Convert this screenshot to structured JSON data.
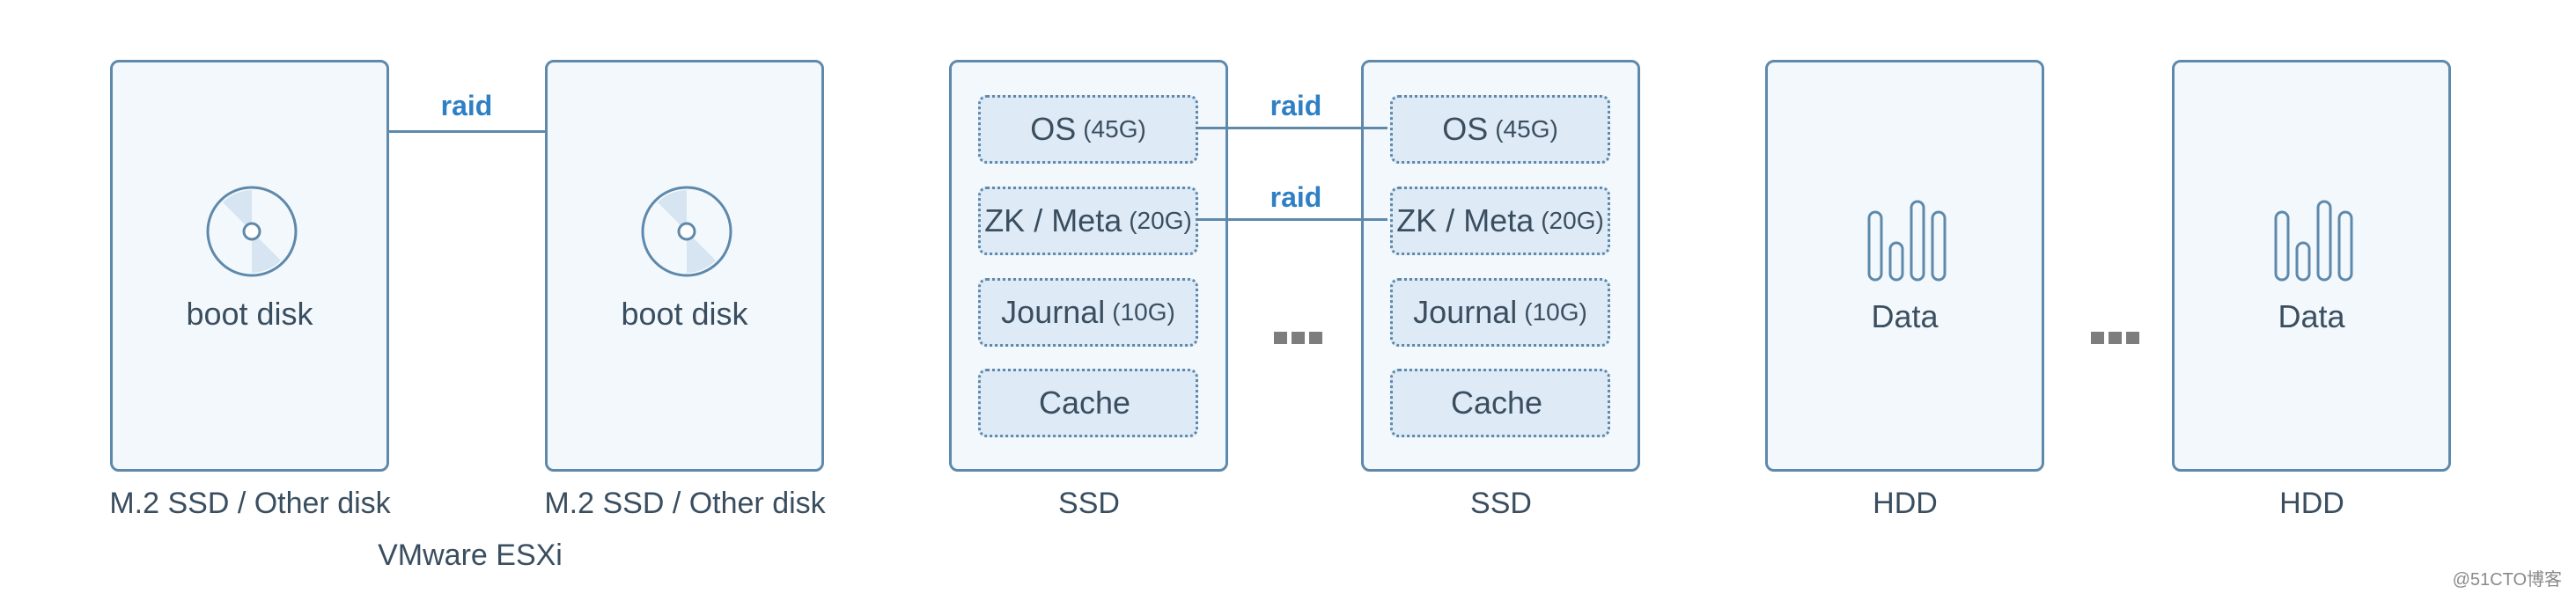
{
  "boot_disks": [
    {
      "label": "boot disk",
      "caption": "M.2 SSD / Other disk"
    },
    {
      "label": "boot disk",
      "caption": "M.2 SSD / Other disk"
    }
  ],
  "hypervisor_label": "VMware ESXi",
  "raid_label": "raid",
  "ssd_disks": [
    {
      "caption": "SSD",
      "partitions": [
        {
          "name": "OS",
          "size": "(45G)"
        },
        {
          "name": "ZK / Meta",
          "size": "(20G)"
        },
        {
          "name": "Journal",
          "size": "(10G)"
        },
        {
          "name": "Cache",
          "size": ""
        }
      ]
    },
    {
      "caption": "SSD",
      "partitions": [
        {
          "name": "OS",
          "size": "(45G)"
        },
        {
          "name": "ZK / Meta",
          "size": "(20G)"
        },
        {
          "name": "Journal",
          "size": "(10G)"
        },
        {
          "name": "Cache",
          "size": ""
        }
      ]
    }
  ],
  "hdd_disks": [
    {
      "label": "Data",
      "caption": "HDD"
    },
    {
      "label": "Data",
      "caption": "HDD"
    }
  ],
  "watermark": "@51CTO博客",
  "colors": {
    "border": "#5e89ab",
    "disk_fill": "#f3f8fc",
    "partition_fill": "#deebf6",
    "text": "#3a4e60",
    "raid_text": "#2f7fc4"
  }
}
